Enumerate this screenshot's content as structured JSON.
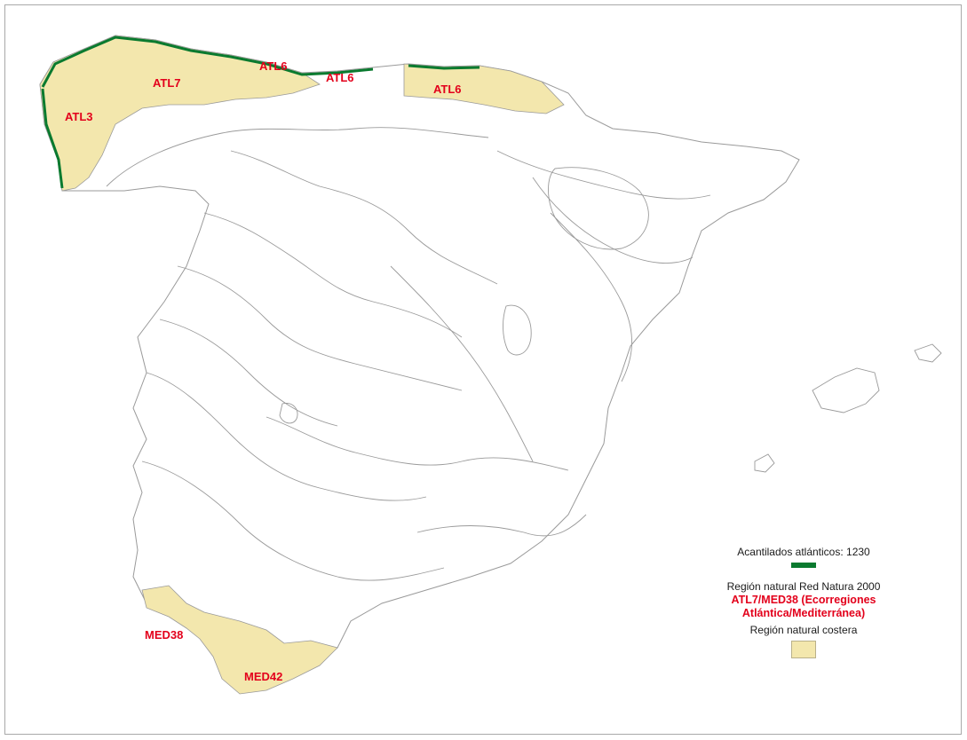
{
  "colors": {
    "coastal_fill": "#f3e7ad",
    "cliff_green": "#0a7a2f",
    "boundary_grey": "#9a9a9a",
    "label_red": "#e3001b"
  },
  "labels": {
    "atl7": "ATL7",
    "atl6_a": "ATL6",
    "atl6_b": "ATL6",
    "atl6_c": "ATL6",
    "atl3": "ATL3",
    "med38": "MED38",
    "med42": "MED42"
  },
  "legend": {
    "cliffs": "Acantilados atlánticos: 1230",
    "region_title": "Región natural Red Natura 2000",
    "ecoregions": "ATL7/MED38 (Ecorregiones Atlántica/Mediterránea)",
    "coastal": "Región natural costera"
  }
}
